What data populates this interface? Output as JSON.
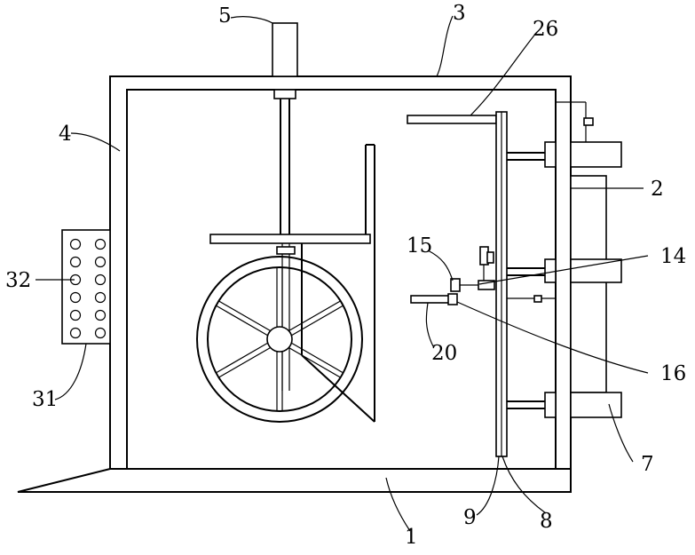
{
  "figure": {
    "labels": [
      {
        "id": "l1",
        "text": "1"
      },
      {
        "id": "l2",
        "text": "2"
      },
      {
        "id": "l3",
        "text": "3"
      },
      {
        "id": "l4",
        "text": "4"
      },
      {
        "id": "l5",
        "text": "5"
      },
      {
        "id": "l7",
        "text": "7"
      },
      {
        "id": "l8",
        "text": "8"
      },
      {
        "id": "l9",
        "text": "9"
      },
      {
        "id": "l14",
        "text": "14"
      },
      {
        "id": "l15",
        "text": "15"
      },
      {
        "id": "l16",
        "text": "16"
      },
      {
        "id": "l20",
        "text": "20"
      },
      {
        "id": "l26",
        "text": "26"
      },
      {
        "id": "l31",
        "text": "31"
      },
      {
        "id": "l32",
        "text": "32"
      }
    ]
  }
}
